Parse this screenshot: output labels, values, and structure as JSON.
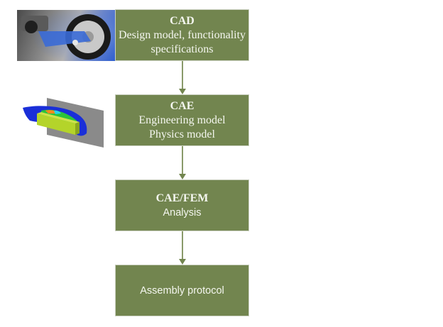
{
  "diagram": {
    "colors": {
      "box_fill": "#72854f",
      "box_text": "#f4f6ef",
      "arrow": "#8a9a6a"
    },
    "steps": [
      {
        "title": "CAD",
        "lines": [
          "Design model, functionality",
          "specifications"
        ]
      },
      {
        "title": "CAE",
        "lines": [
          "Engineering model",
          "Physics model"
        ]
      },
      {
        "title": "CAE/FEM",
        "lines": [
          "Analysis"
        ]
      },
      {
        "title": "",
        "lines": [
          "Assembly protocol"
        ]
      }
    ],
    "images": [
      {
        "name": "motorcycle-rear-suspension-cad-render",
        "beside_step": "CAD"
      },
      {
        "name": "fem-contour-plot-render",
        "beside_step": "CAE"
      }
    ]
  }
}
